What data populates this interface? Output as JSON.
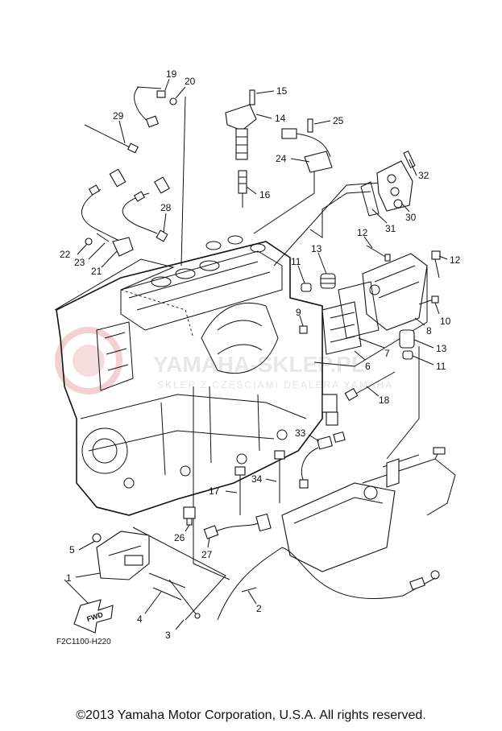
{
  "watermark": {
    "brand": "YAMAHA-SKLEP.PL",
    "tagline": "SKLEP Z CZĘŚCIAMI DEALERA YAMAHA",
    "color": "#e8b3b3"
  },
  "diagram": {
    "code": "F2C1100-H220",
    "fwd_label": "FWD",
    "copyright": "©2013 Yamaha Motor Corporation, U.S.A. All rights reserved."
  },
  "callouts": [
    {
      "id": "1",
      "label": "1"
    },
    {
      "id": "2",
      "label": "2"
    },
    {
      "id": "3",
      "label": "3"
    },
    {
      "id": "4",
      "label": "4"
    },
    {
      "id": "5",
      "label": "5"
    },
    {
      "id": "6",
      "label": "6"
    },
    {
      "id": "7",
      "label": "7"
    },
    {
      "id": "8",
      "label": "8"
    },
    {
      "id": "9",
      "label": "9"
    },
    {
      "id": "10",
      "label": "10"
    },
    {
      "id": "11a",
      "label": "11"
    },
    {
      "id": "11b",
      "label": "11"
    },
    {
      "id": "12a",
      "label": "12"
    },
    {
      "id": "12b",
      "label": "12"
    },
    {
      "id": "13a",
      "label": "13"
    },
    {
      "id": "13b",
      "label": "13"
    },
    {
      "id": "14",
      "label": "14"
    },
    {
      "id": "15",
      "label": "15"
    },
    {
      "id": "16",
      "label": "16"
    },
    {
      "id": "17",
      "label": "17"
    },
    {
      "id": "18",
      "label": "18"
    },
    {
      "id": "19",
      "label": "19"
    },
    {
      "id": "20",
      "label": "20"
    },
    {
      "id": "21",
      "label": "21"
    },
    {
      "id": "22",
      "label": "22"
    },
    {
      "id": "23",
      "label": "23"
    },
    {
      "id": "24",
      "label": "24"
    },
    {
      "id": "25",
      "label": "25"
    },
    {
      "id": "26",
      "label": "26"
    },
    {
      "id": "27",
      "label": "27"
    },
    {
      "id": "28",
      "label": "28"
    },
    {
      "id": "29",
      "label": "29"
    },
    {
      "id": "30",
      "label": "30"
    },
    {
      "id": "31",
      "label": "31"
    },
    {
      "id": "32",
      "label": "32"
    },
    {
      "id": "33",
      "label": "33"
    },
    {
      "id": "34",
      "label": "34"
    }
  ]
}
